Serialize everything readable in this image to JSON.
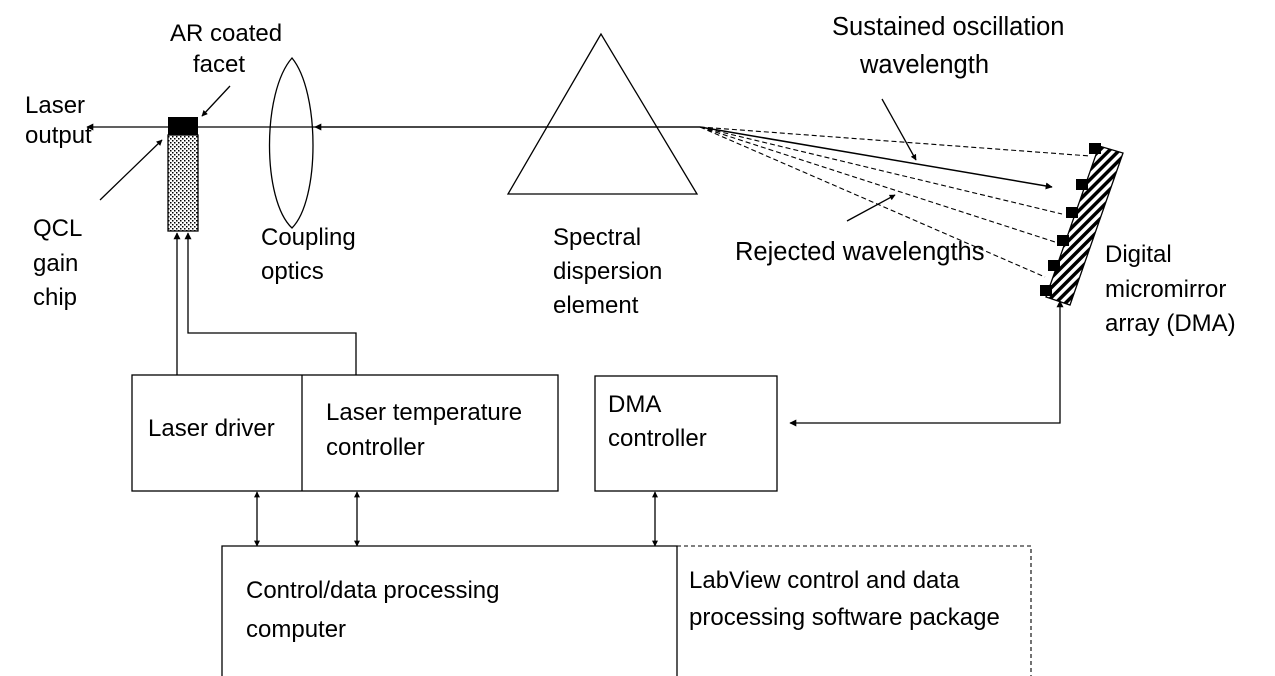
{
  "labels": {
    "laser_output": [
      "Laser",
      "output"
    ],
    "ar_coated_facet": [
      "AR coated",
      "facet"
    ],
    "qcl_gain_chip": [
      "QCL",
      "gain",
      "chip"
    ],
    "coupling_optics": [
      "Coupling",
      "optics"
    ],
    "spectral_dispersion": [
      "Spectral",
      "dispersion",
      "element"
    ],
    "sustained_oscillation": [
      "Sustained oscillation",
      "wavelength"
    ],
    "rejected_wavelengths": "Rejected wavelengths",
    "dma": [
      "Digital",
      "micromirror",
      "array (DMA)"
    ]
  },
  "boxes": {
    "laser_driver": "Laser driver",
    "laser_temp_controller": [
      "Laser temperature",
      "controller"
    ],
    "dma_controller": [
      "DMA",
      "controller"
    ],
    "control_computer": [
      "Control/data processing",
      "computer"
    ],
    "labview_package": [
      "LabView control and data",
      "processing  software package"
    ]
  },
  "colors": {
    "stroke": "#000000",
    "background": "#ffffff"
  }
}
